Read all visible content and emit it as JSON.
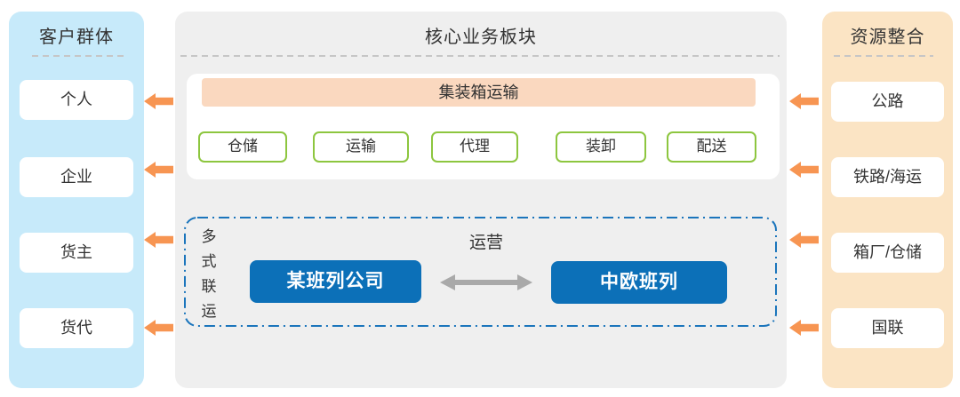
{
  "left_panel": {
    "title": "客户群体",
    "items": [
      {
        "label": "个人"
      },
      {
        "label": "企业"
      },
      {
        "label": "货主"
      },
      {
        "label": "货代"
      }
    ]
  },
  "center_panel": {
    "title": "核心业务板块",
    "container_bar_label": "集装箱运输",
    "services": [
      "仓储",
      "运输",
      "代理",
      "装卸",
      "配送"
    ],
    "multimodal": {
      "side_label": "多式联运",
      "company_box": "某班列公司",
      "train_box": "中欧班列",
      "relation_label": "运营"
    }
  },
  "right_panel": {
    "title": "资源整合",
    "items": [
      {
        "label": "公路"
      },
      {
        "label": "铁路/海运"
      },
      {
        "label": "箱厂/仓储"
      },
      {
        "label": "国联"
      }
    ]
  },
  "colors": {
    "left_panel_bg": "#C7EAFA",
    "right_panel_bg": "#FBE4C4",
    "center_panel_bg": "#EFEFEF",
    "container_bar_bg": "#FAD8BF",
    "service_border_green": "#8DC63F",
    "node_blue": "#0C70B8",
    "dashed_border_blue": "#1B75BC",
    "flow_arrow_orange": "#F79552",
    "relation_arrow_gray": "#A9A9A9"
  }
}
